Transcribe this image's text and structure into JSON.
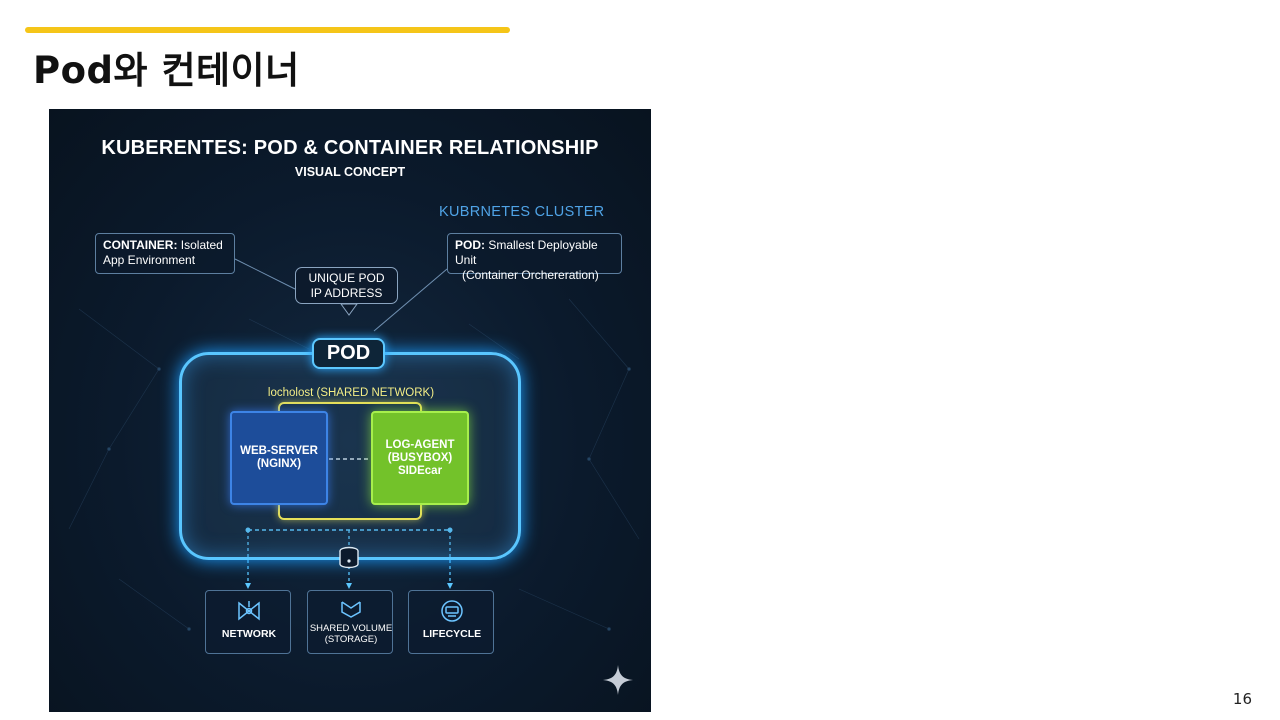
{
  "slide": {
    "title": "Pod와 컨테이너",
    "page_number": "16",
    "accent_color": "#f5c518"
  },
  "figure": {
    "title": "KUBERENTES: POD & CONTAINER RELATIONSHIP",
    "subtitle": "VISUAL CONCEPT",
    "cluster_label": "KUBRNETES CLUSTER",
    "callouts": {
      "container_bold": "CONTAINER:",
      "container_text_line1": " Isolated",
      "container_text_line2": "App Environment",
      "pod_bold": "POD:",
      "pod_text_line1": " Smallest Deployable Unit",
      "pod_text_line2": "(Container Orchereration)",
      "ip_line1": "UNIQUE POD",
      "ip_line2": "IP ADDRESS"
    },
    "pod_label": "POD",
    "network_label": "locholost (SHARED NETWORK)",
    "containers": {
      "web_line1": "WEB-SERVER",
      "web_line2": "(NGINX)",
      "log_line1": "LOG-AGENT",
      "log_line2": "(BUSYBOX)",
      "log_line3": "SIDEcar"
    },
    "resources": {
      "network": "NETWORK",
      "volume_line1": "SHARED VOLUME",
      "volume_line2": "(STORAGE)",
      "lifecycle": "LIFECYCLE"
    },
    "colors": {
      "pod_border": "#59c6ff",
      "web_server": "#1d4d9a",
      "log_agent": "#73c22a",
      "shared_network": "#e6e05a",
      "cluster_label": "#4fa3e6"
    },
    "icons": [
      "network-icon",
      "shared-volume-icon",
      "lifecycle-icon",
      "storage-cylinder-icon",
      "sparkle-icon"
    ]
  }
}
